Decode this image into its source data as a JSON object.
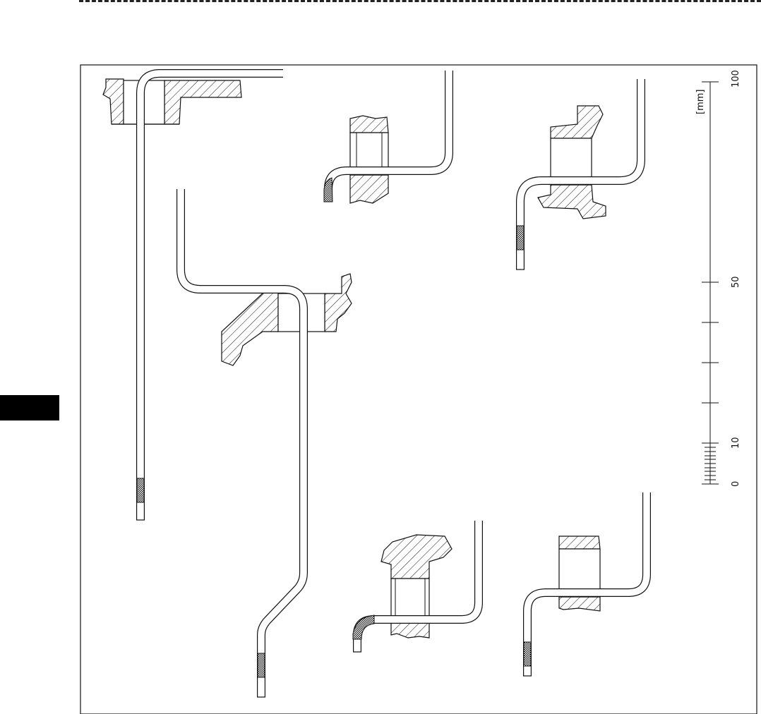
{
  "scale": {
    "unit": "[mm]",
    "labels": [
      "100",
      "50",
      "10",
      "0"
    ]
  },
  "colors": {
    "line": "#111111",
    "tab": "#000000",
    "background": "#ffffff"
  }
}
